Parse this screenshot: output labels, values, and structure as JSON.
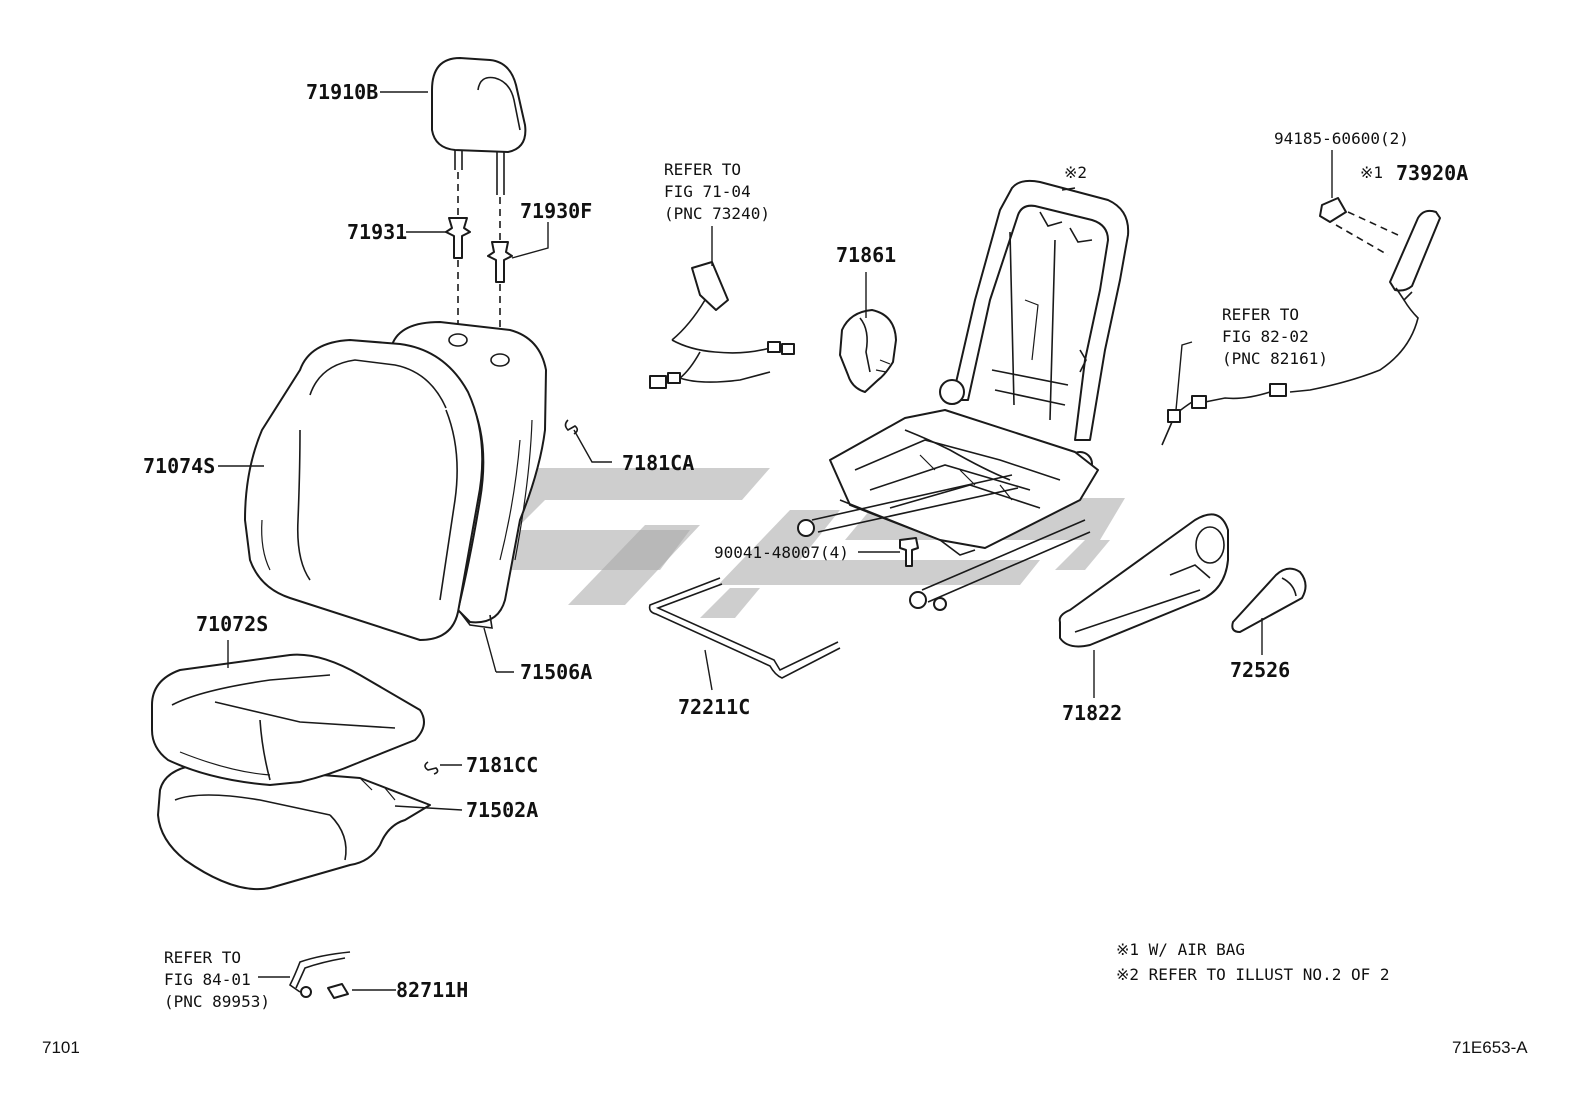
{
  "parts": [
    {
      "id": "headrest",
      "label": "71910B"
    },
    {
      "id": "headrest-support",
      "label": "71931"
    },
    {
      "id": "headrest-guide",
      "label": "71930F"
    },
    {
      "id": "seatback-cover",
      "label": "71074S"
    },
    {
      "id": "seatback-clip",
      "label": "7181CA"
    },
    {
      "id": "seatback-pad",
      "label": "71506A"
    },
    {
      "id": "cushion-cover",
      "label": "71072S"
    },
    {
      "id": "cushion-clip",
      "label": "7181CC"
    },
    {
      "id": "cushion-pad",
      "label": "71502A"
    },
    {
      "id": "side-shield-cover",
      "label": "71861"
    },
    {
      "id": "seat-bolt",
      "label": "90041-48007(4)"
    },
    {
      "id": "wire",
      "label": "72211C"
    },
    {
      "id": "side-shield",
      "label": "71822"
    },
    {
      "id": "knob",
      "label": "72526"
    },
    {
      "id": "airbag-nut",
      "label": "94185-60600(2)"
    },
    {
      "id": "airbag",
      "label": "73920A"
    },
    {
      "id": "wire-harness",
      "label": "82711H"
    }
  ],
  "marks": {
    "note1_mark": "※1",
    "note2_mark": "※2"
  },
  "refs": {
    "seatbelt": [
      "REFER TO",
      "FIG 71-04",
      "(PNC 73240)"
    ],
    "airbag_wire": [
      "REFER TO",
      "FIG 82-02",
      "(PNC 82161)"
    ],
    "sensor": [
      "REFER TO",
      "FIG 84-01",
      "(PNC 89953)"
    ]
  },
  "notes": [
    "※1 W/ AIR BAG",
    "※2 REFER TO ILLUST NO.2 OF 2"
  ],
  "footer": {
    "page_code": "7101",
    "illustration_code": "71E653-A"
  }
}
